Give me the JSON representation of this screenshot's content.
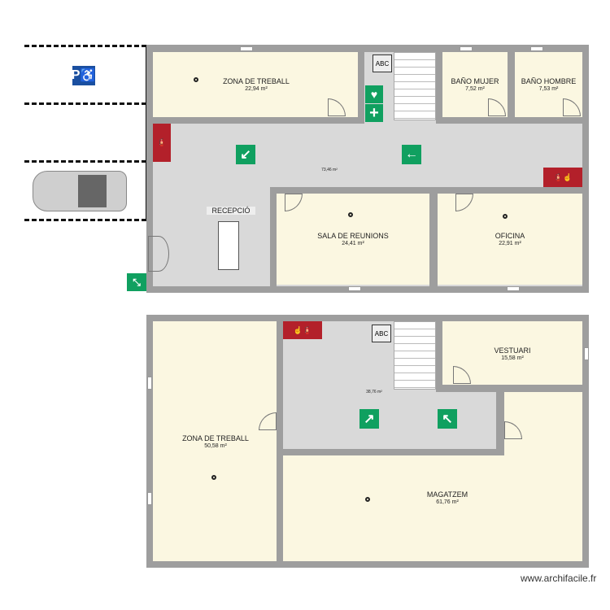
{
  "colors": {
    "room": "#fbf7e1",
    "corridor": "#d9d9d9",
    "wall": "#9e9e9e",
    "exit_sign": "#10a060",
    "fire_sign": "#b3202a",
    "parking": "#1a4fa0"
  },
  "parking": {
    "icon": "accessible-parking-icon",
    "label": "P"
  },
  "ground_floor": {
    "rooms": [
      {
        "name": "ZONA DE TREBALL",
        "area": "22,94 m²"
      },
      {
        "name": "BAÑO MUJER",
        "area": "7,52 m²"
      },
      {
        "name": "BAÑO HOMBRE",
        "area": "7,53 m²"
      },
      {
        "name": "SALA DE REUNIONS",
        "area": "24,41 m²"
      },
      {
        "name": "OFICINA",
        "area": "22,91 m²"
      }
    ],
    "corridor_area": "73,46 m²",
    "reception": "RECEPCIÓ"
  },
  "upper_floor": {
    "rooms": [
      {
        "name": "ZONA DE TREBALL",
        "area": "50,58 m²"
      },
      {
        "name": "VESTUARI",
        "area": "15,58 m²"
      },
      {
        "name": "MAGATZEM",
        "area": "61,76 m²"
      }
    ],
    "corridor_area": "38,76 m²"
  },
  "extinguisher_label": "ABC",
  "watermark": "www.archifacile.fr"
}
